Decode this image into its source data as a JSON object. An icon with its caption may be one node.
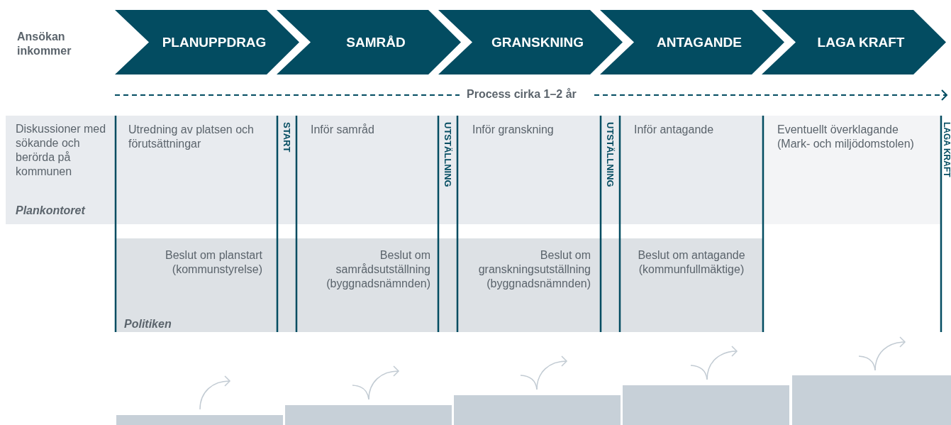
{
  "diagram": {
    "nodes": [
      {
        "text": [
          "PLANUPPDRAG"
        ]
      },
      {
        "text": [
          "SAMRÅD"
        ]
      },
      {
        "text": [
          "GRANSKNING"
        ]
      },
      {
        "text": [
          "ANTAGANDE"
        ]
      },
      {
        "text": [
          "LAGA KRAFT"
        ]
      },
      {
        "text": [
          "Diskussioner med sökande och berörda på kommunen",
          "Plankontoret"
        ]
      },
      {
        "text": [
          "Utredning av platsen och förutsättningar"
        ],
        "in": 5
      },
      {
        "text": [
          "Inför samråd"
        ],
        "in": 5
      },
      {
        "text": [
          "Inför granskning"
        ],
        "in": 5
      },
      {
        "text": [
          "Inför antagande"
        ],
        "in": 5
      },
      {
        "text": [
          "Eventuellt överklagande (Mark- och miljödomstolen)"
        ],
        "in": 5
      },
      {
        "text": [
          "Politiken"
        ]
      },
      {
        "text": [
          "Beslut om planstart (kommunstyrelse)"
        ],
        "in": 11
      },
      {
        "text": [
          "Beslut om samrådsutställning (byggnadsnämnden)"
        ],
        "in": 11
      },
      {
        "text": [
          "Beslut om granskningsutställning (byggnadsnämnden)"
        ],
        "in": 11
      },
      {
        "text": [
          "Beslut om antagande (kommunfullmäktige)"
        ],
        "in": 11
      }
    ],
    "labels": [
      "Ansökan inkommer",
      "Process cirka 1–2 år",
      "START",
      "UTSTÄLLNING",
      "UTSTÄLLNING",
      "LAGA KRAFT"
    ]
  }
}
